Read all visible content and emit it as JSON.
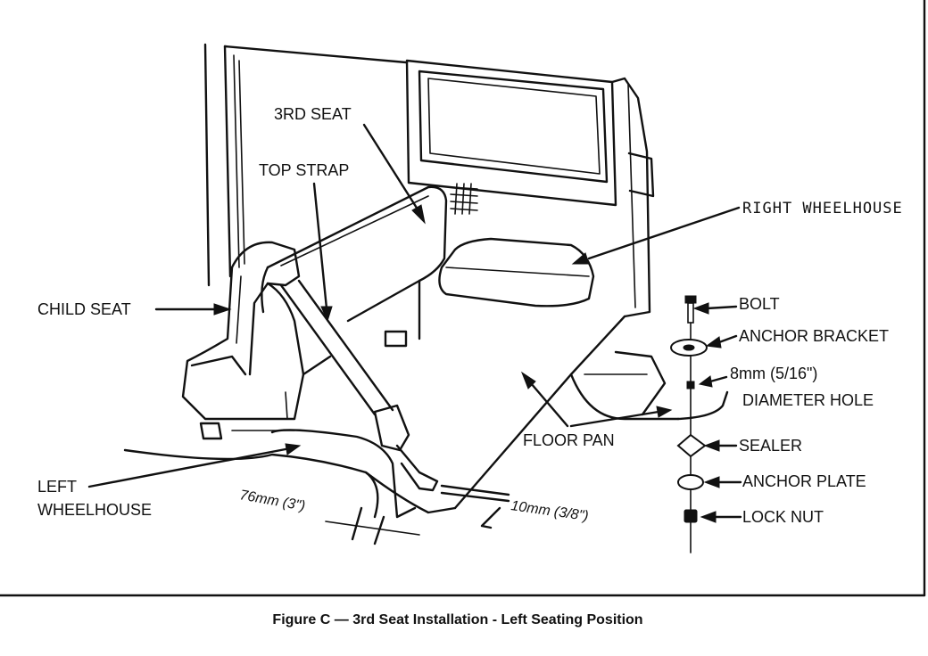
{
  "labels": {
    "third_seat": "3RD SEAT",
    "top_strap": "TOP STRAP",
    "right_wheelhouse": "RIGHT WHEELHOUSE",
    "child_seat": "CHILD SEAT",
    "bolt": "BOLT",
    "anchor_bracket": "ANCHOR BRACKET",
    "hole_size": "8mm (5/16\")",
    "diameter_hole": "DIAMETER HOLE",
    "floor_pan": "FLOOR PAN",
    "sealer": "SEALER",
    "left_wheelhouse_1": "LEFT",
    "left_wheelhouse_2": "WHEELHOUSE",
    "anchor_plate": "ANCHOR PLATE",
    "dim_76": "76mm (3\")",
    "dim_10": "10mm (3/8\")",
    "lock_nut": "LOCK NUT"
  },
  "caption": "Figure C — 3rd Seat Installation - Left Seating Position"
}
